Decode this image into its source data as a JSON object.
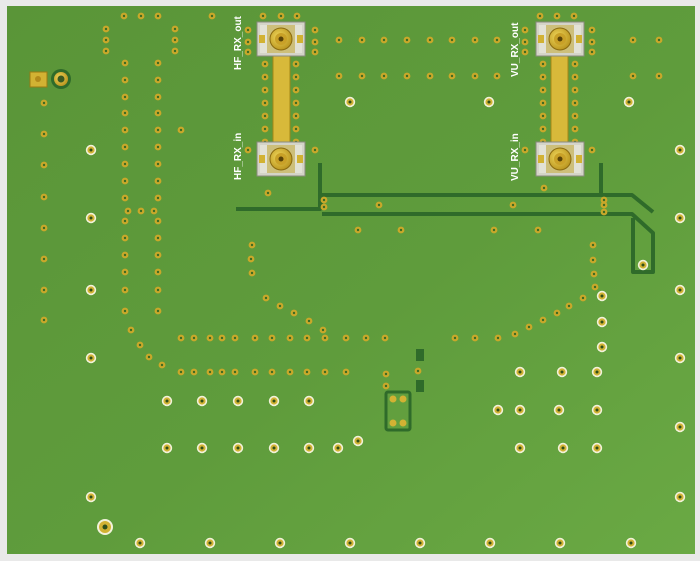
{
  "board": {
    "colors": {
      "background": "#e9e9e9",
      "soldermask": "#5e9a3b",
      "soldermask_light": "#6aa944",
      "trace": "#2f6b2a",
      "gold": "#d2b233",
      "gold_dark": "#a07f14",
      "hole": "#2a4a1c",
      "silkscreen": "#ffffff"
    },
    "labels": {
      "hf_out": "HF_RX_out",
      "hf_in": "HF_RX_in",
      "vu_out": "VU_RX_out",
      "vu_in": "VU_RX_in"
    }
  }
}
